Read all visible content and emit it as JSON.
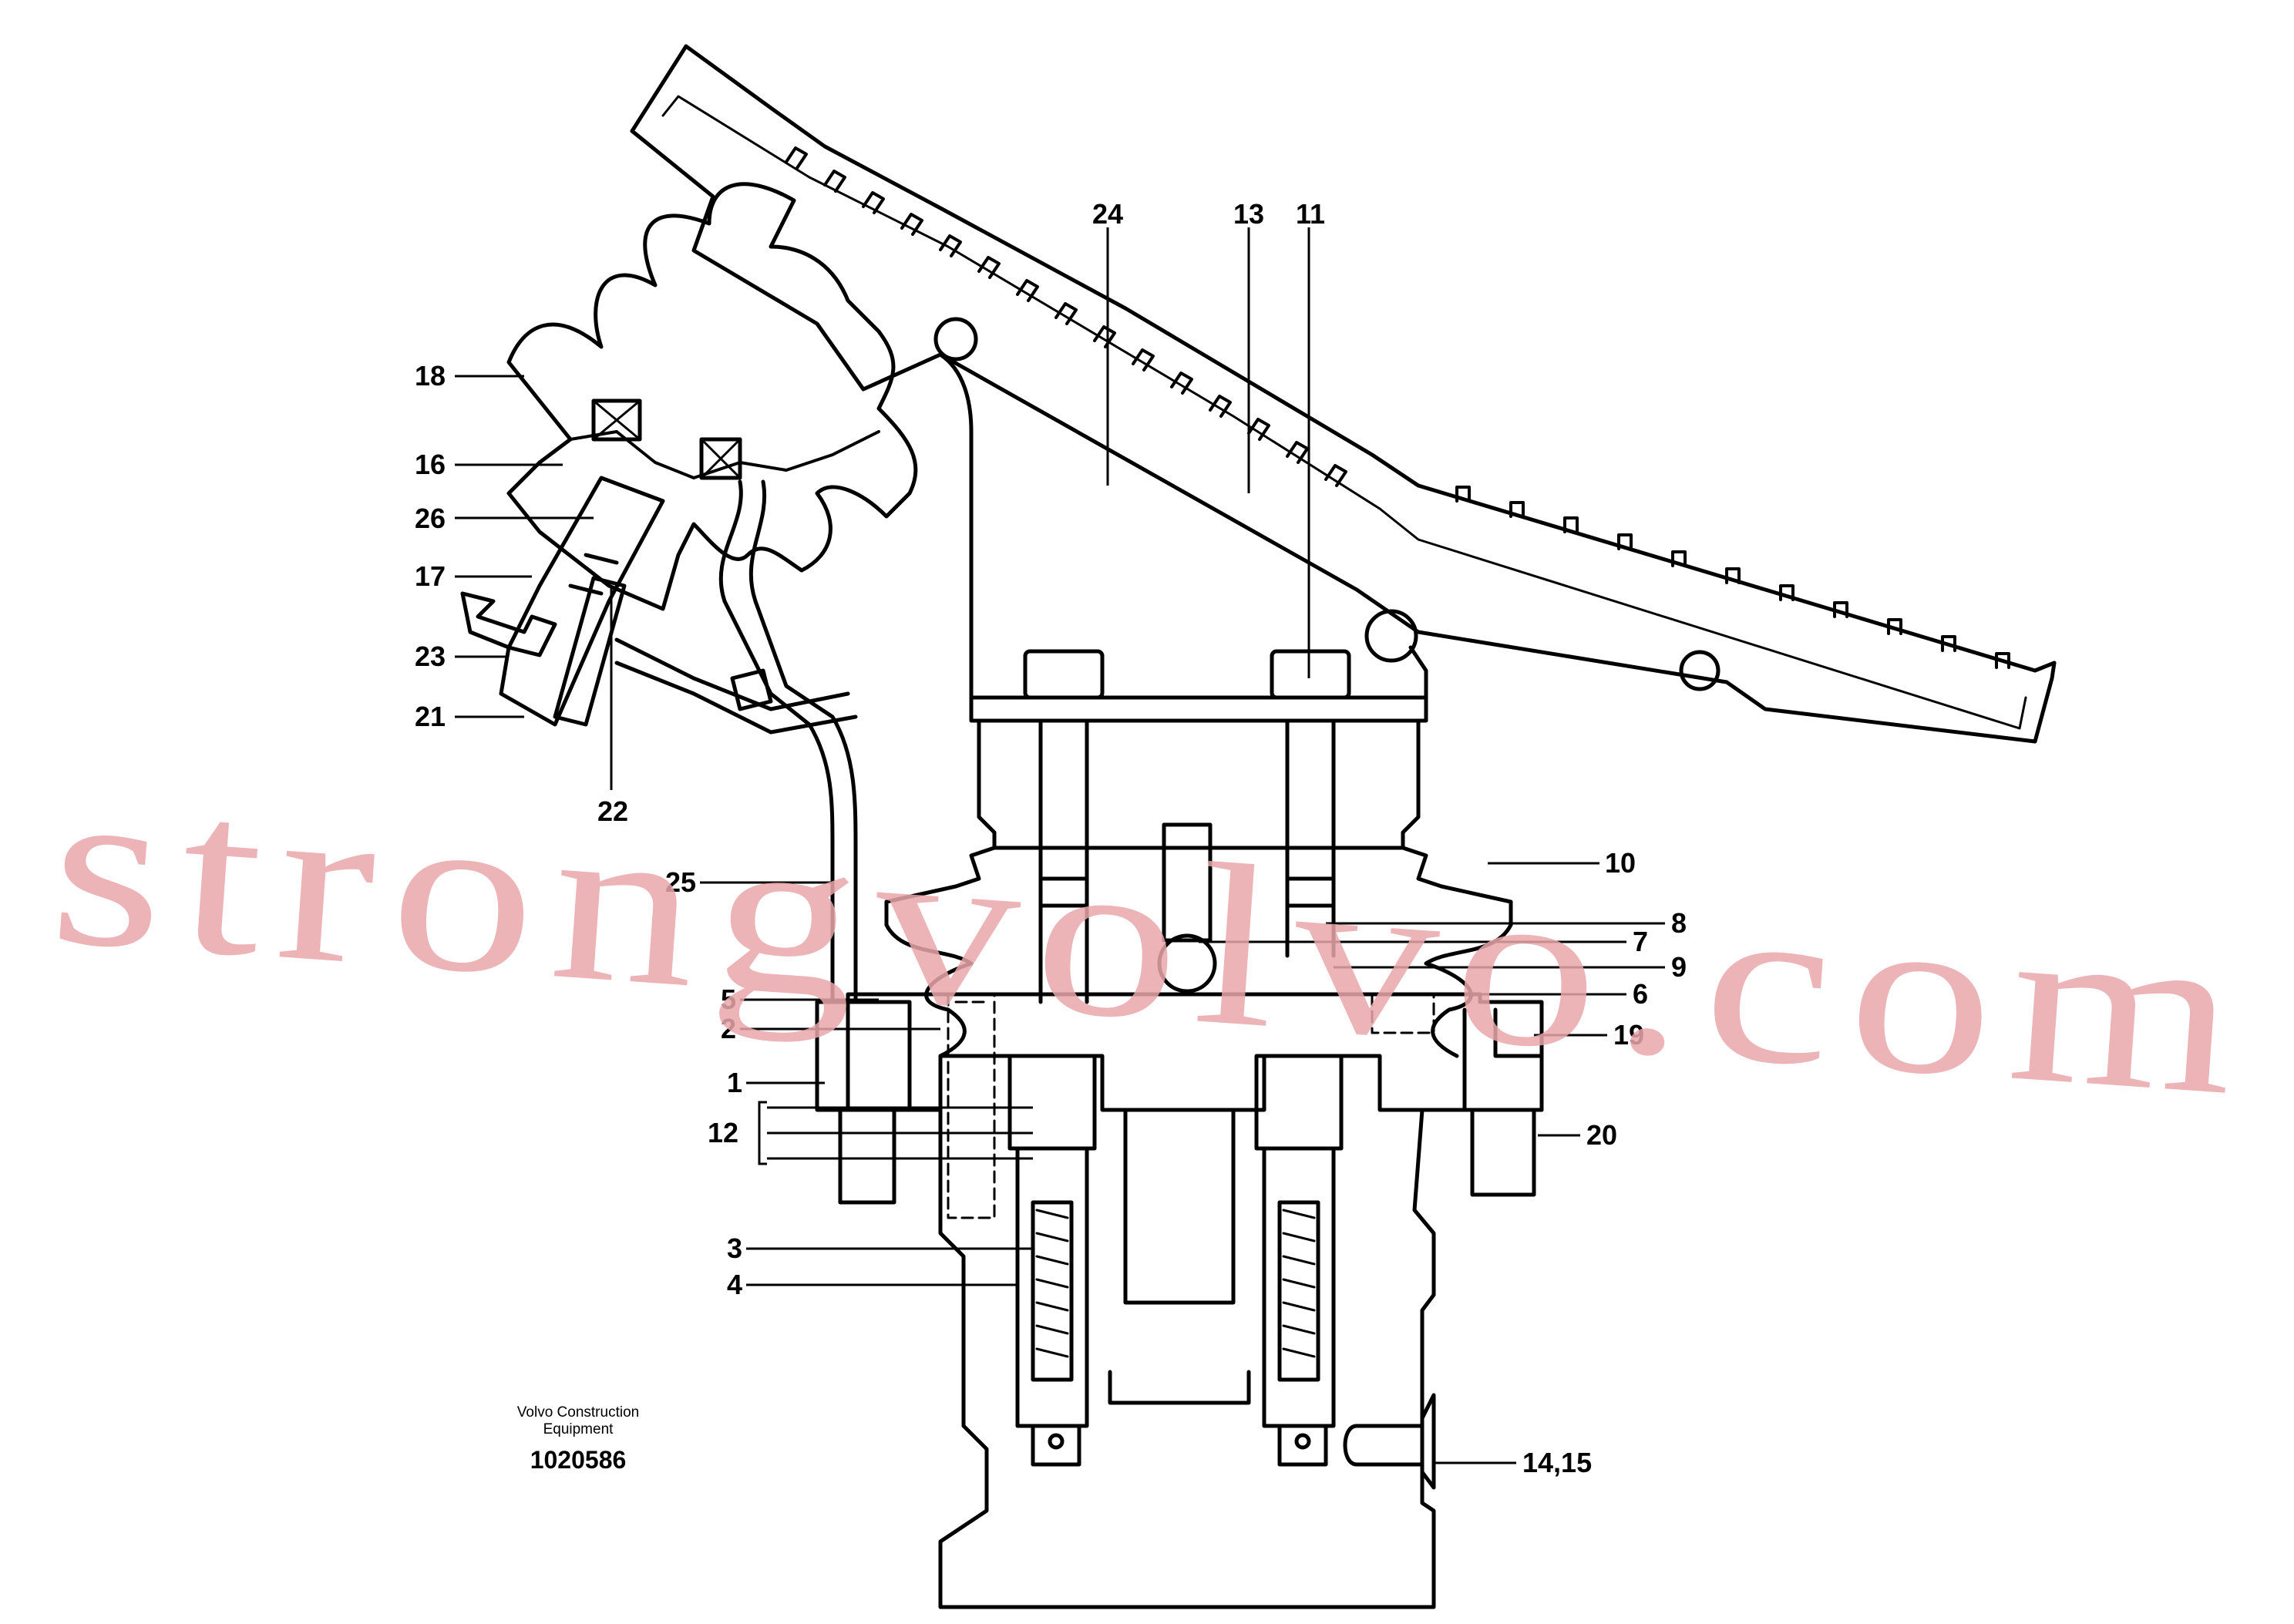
{
  "callouts": [
    {
      "id": "24",
      "text": "24"
    },
    {
      "id": "13",
      "text": "13"
    },
    {
      "id": "11",
      "text": "11"
    },
    {
      "id": "18",
      "text": "18"
    },
    {
      "id": "16",
      "text": "16"
    },
    {
      "id": "26",
      "text": "26"
    },
    {
      "id": "17",
      "text": "17"
    },
    {
      "id": "23",
      "text": "23"
    },
    {
      "id": "21",
      "text": "21"
    },
    {
      "id": "22",
      "text": "22"
    },
    {
      "id": "25",
      "text": "25"
    },
    {
      "id": "10",
      "text": "10"
    },
    {
      "id": "8",
      "text": "8"
    },
    {
      "id": "7",
      "text": "7"
    },
    {
      "id": "9",
      "text": "9"
    },
    {
      "id": "6",
      "text": "6"
    },
    {
      "id": "5",
      "text": "5"
    },
    {
      "id": "2",
      "text": "2"
    },
    {
      "id": "19",
      "text": "19"
    },
    {
      "id": "1",
      "text": "1"
    },
    {
      "id": "12",
      "text": "12"
    },
    {
      "id": "20",
      "text": "20"
    },
    {
      "id": "3",
      "text": "3"
    },
    {
      "id": "4",
      "text": "4"
    },
    {
      "id": "14_15",
      "text": "14,15"
    }
  ],
  "caption": {
    "line1": "Volvo Construction",
    "line2": "Equipment",
    "number": "1020586"
  },
  "watermark": "strongvolvo.com",
  "colors": {
    "ink": "#000000",
    "watermark": "#e9a7ab",
    "background": "#ffffff"
  }
}
